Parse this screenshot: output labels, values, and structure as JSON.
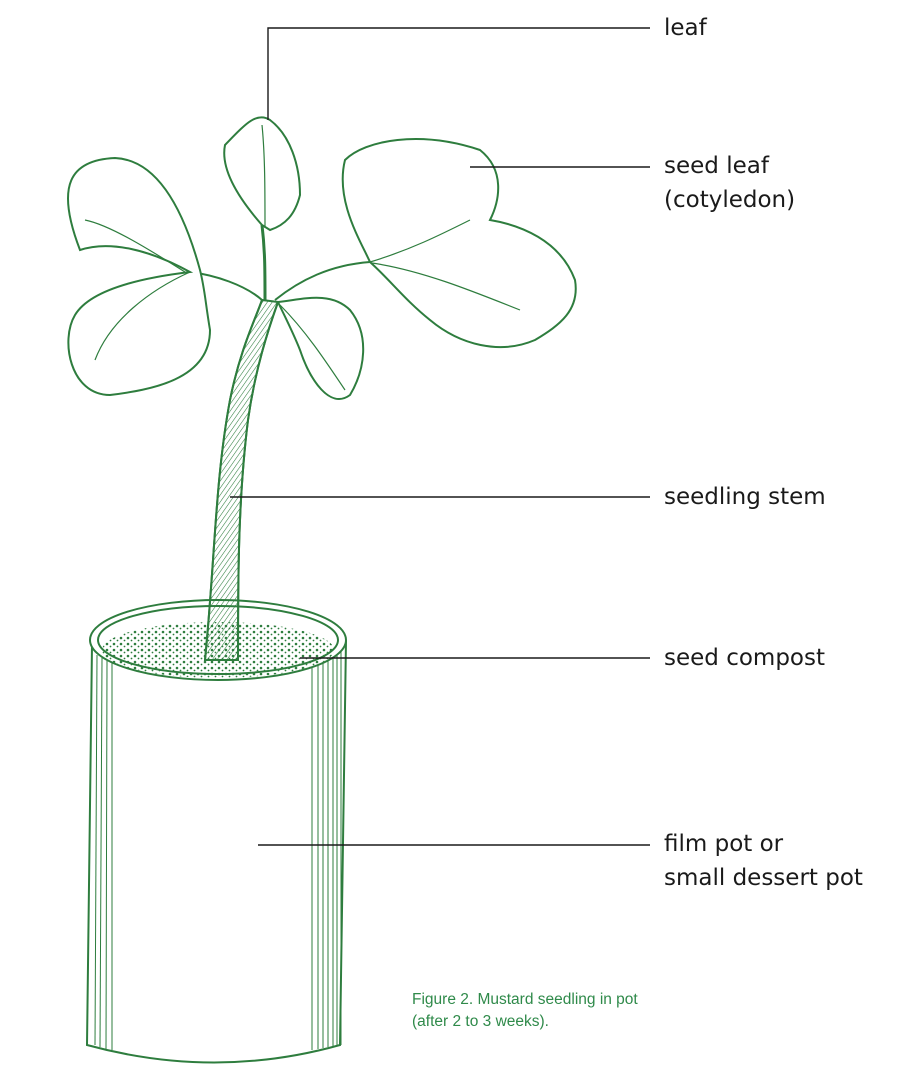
{
  "labels": {
    "leaf": "leaf",
    "seed_leaf_line1": "seed leaf",
    "seed_leaf_line2": "(cotyledon)",
    "seedling_stem": "seedling stem",
    "seed_compost": "seed compost",
    "pot_line1": "film pot or",
    "pot_line2": "small dessert pot"
  },
  "caption": {
    "line1": "Figure 2. Mustard seedling in pot",
    "line2": "(after 2 to 3 weeks)."
  },
  "colors": {
    "illustration": "#2e7d3e",
    "leader_lines": "#1a1a1a",
    "caption": "#2f8a4a"
  }
}
